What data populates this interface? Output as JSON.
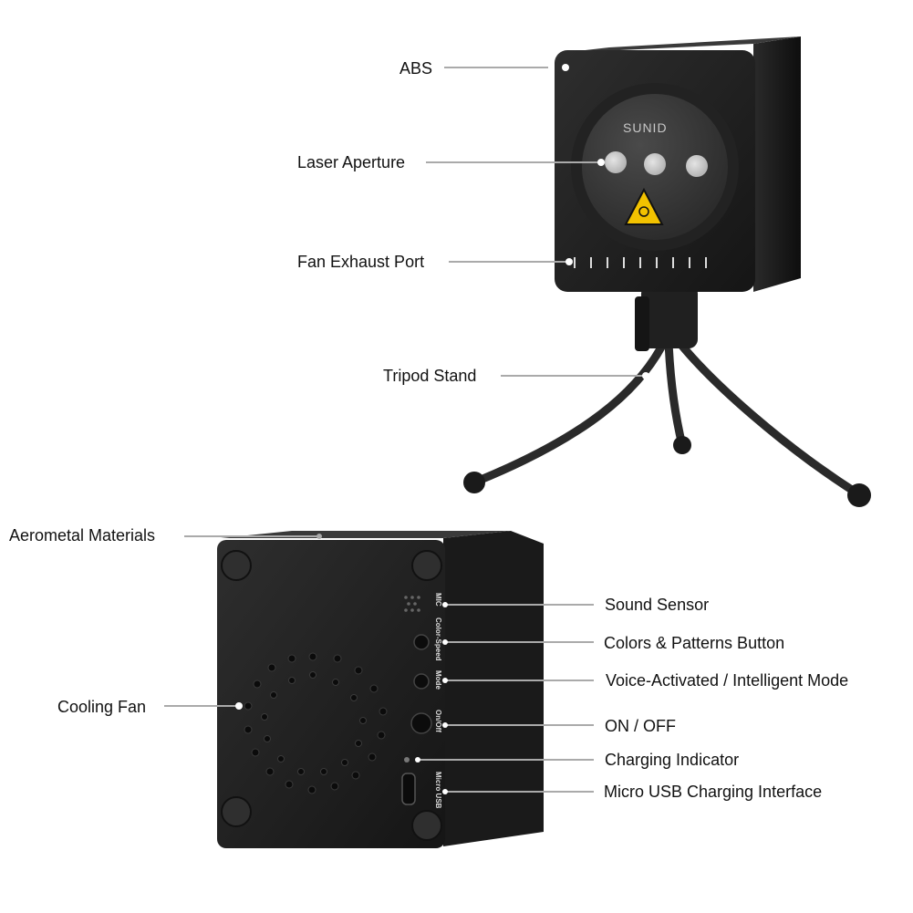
{
  "brand": "SUNID",
  "device_labels": {
    "color_speed": "Color-Speed",
    "mic": "MIC",
    "mode": "Mode",
    "on_off": "On/Off",
    "micro_usb": "Micro USB"
  },
  "callouts": {
    "abs": "ABS",
    "laser_aperture": "Laser Aperture",
    "fan_exhaust_port": "Fan Exhaust Port",
    "tripod_stand": "Tripod Stand",
    "aerometal_materials": "Aerometal Materials",
    "cooling_fan": "Cooling Fan",
    "sound_sensor": "Sound Sensor",
    "colors_patterns_button": "Colors & Patterns Button",
    "voice_activated_mode": "Voice-Activated / Intelligent Mode",
    "on_off": "ON / OFF",
    "charging_indicator": "Charging Indicator",
    "micro_usb_interface": "Micro USB Charging Interface"
  },
  "colors": {
    "body": "#1e1e1e",
    "leader_line": "#aaaaaa",
    "warning_yellow": "#f2c200"
  }
}
